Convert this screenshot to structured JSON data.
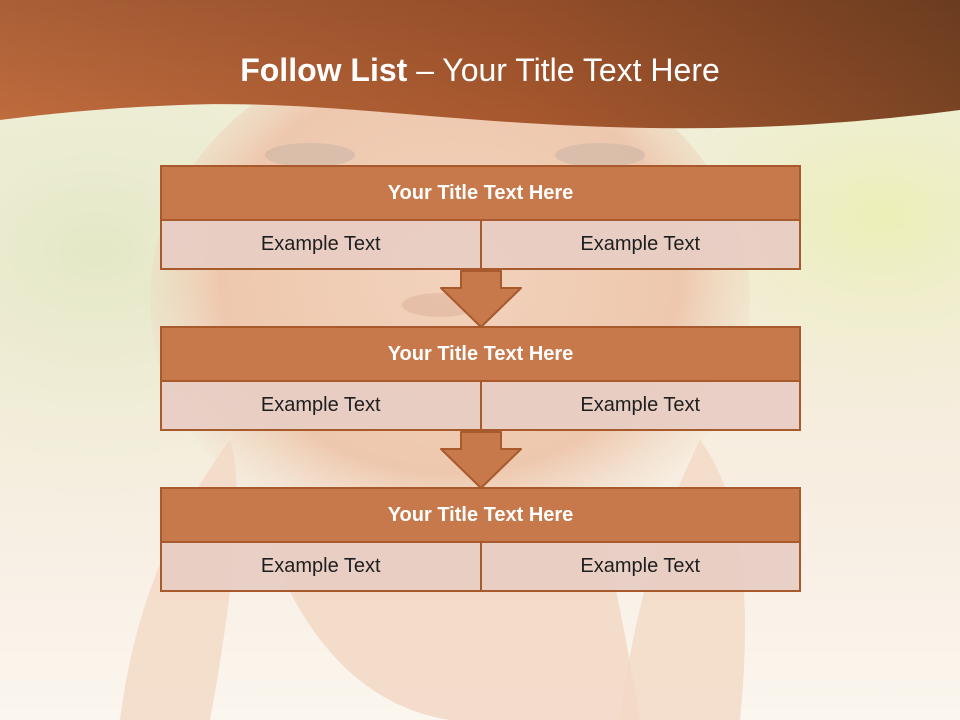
{
  "header": {
    "title_bold": "Follow List",
    "title_rest": "  – Your Title Text Here"
  },
  "steps": [
    {
      "title": "Your Title Text Here",
      "left": "Example Text",
      "right": "Example Text"
    },
    {
      "title": "Your Title Text Here",
      "left": "Example Text",
      "right": "Example Text"
    },
    {
      "title": "Your Title Text Here",
      "left": "Example Text",
      "right": "Example Text"
    }
  ],
  "colors": {
    "accent": "#c8794b",
    "border": "#a85a2c",
    "header_dark": "#7a4424",
    "cell_fill": "#e8cdc4"
  }
}
